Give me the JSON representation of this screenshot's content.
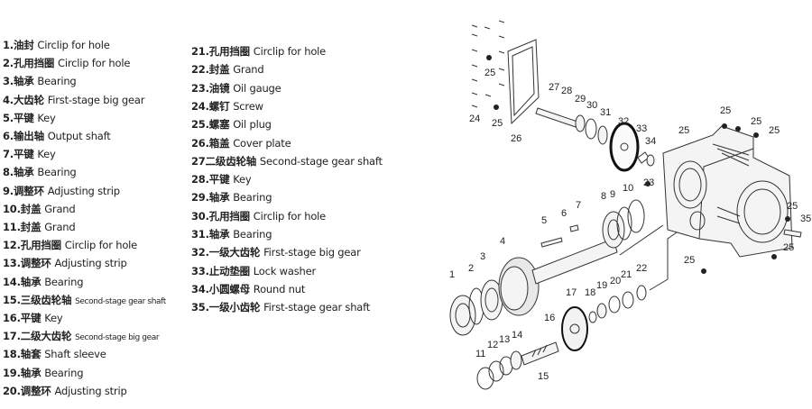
{
  "parts_left": [
    {
      "no": "1.",
      "cn": "油封",
      "en": "Circlip for hole"
    },
    {
      "no": "2.",
      "cn": "孔用挡圈",
      "en": "Circlip for hole"
    },
    {
      "no": "3.",
      "cn": "轴承",
      "en": "Bearing"
    },
    {
      "no": "4.",
      "cn": "大齿轮",
      "en": "First-stage big gear"
    },
    {
      "no": "5.",
      "cn": "平键",
      "en": "Key"
    },
    {
      "no": "6.",
      "cn": "输出轴",
      "en": "Output shaft"
    },
    {
      "no": "7.",
      "cn": "平键",
      "en": "Key"
    },
    {
      "no": "8.",
      "cn": "轴承",
      "en": "Bearing"
    },
    {
      "no": "9.",
      "cn": "调整环",
      "en": "Adjusting strip"
    },
    {
      "no": "10.",
      "cn": "封盖",
      "en": "Grand"
    },
    {
      "no": "11.",
      "cn": "封盖",
      "en": "Grand"
    },
    {
      "no": "12.",
      "cn": "孔用挡圈",
      "en": "Circlip for hole"
    },
    {
      "no": "13.",
      "cn": "调整环",
      "en": "Adjusting strip"
    },
    {
      "no": "14.",
      "cn": "轴承",
      "en": "Bearing"
    },
    {
      "no": "15.",
      "cn": "三级齿轮轴",
      "en": "Second-stage gear shaft"
    },
    {
      "no": "16.",
      "cn": "平键",
      "en": "Key"
    },
    {
      "no": "17.",
      "cn": "二级大齿轮",
      "en": "Second-stage big gear"
    },
    {
      "no": "18.",
      "cn": "轴套",
      "en": "Shaft sleeve"
    },
    {
      "no": "19.",
      "cn": "轴承",
      "en": "Bearing"
    },
    {
      "no": "20.",
      "cn": "调整环",
      "en": "Adjusting strip"
    }
  ],
  "parts_right": [
    {
      "no": "21.",
      "cn": "孔用挡圈",
      "en": "Circlip for hole"
    },
    {
      "no": "22.",
      "cn": "封盖",
      "en": "Grand"
    },
    {
      "no": "23.",
      "cn": "油镜",
      "en": "Oil gauge"
    },
    {
      "no": "24.",
      "cn": "螺钉",
      "en": "Screw"
    },
    {
      "no": "25.",
      "cn": "螺塞",
      "en": "Oil plug"
    },
    {
      "no": "26.",
      "cn": "箱盖",
      "en": "Cover plate"
    },
    {
      "no": "27",
      "cn": "二级齿轮轴",
      "en": "Second-stage gear shaft"
    },
    {
      "no": "28.",
      "cn": "平键",
      "en": "Key"
    },
    {
      "no": "29.",
      "cn": "轴承",
      "en": "Bearing"
    },
    {
      "no": "30.",
      "cn": "孔用挡圈",
      "en": "Circlip for hole"
    },
    {
      "no": "31.",
      "cn": "轴承",
      "en": "Bearing"
    },
    {
      "no": "32.",
      "cn": "一级大齿轮",
      "en": "First-stage big gear"
    },
    {
      "no": "33.",
      "cn": "止动垫圈",
      "en": "Lock washer"
    },
    {
      "no": "34.",
      "cn": "小圆螺母",
      "en": "Round nut"
    },
    {
      "no": "35.",
      "cn": "一级小齿轮",
      "en": "First-stage gear shaft"
    }
  ],
  "diagram": {
    "callouts": [
      "24",
      "25",
      "25",
      "26",
      "27",
      "28",
      "29",
      "30",
      "31",
      "32",
      "33",
      "34",
      "23",
      "25",
      "25",
      "25",
      "25",
      "25",
      "35",
      "25",
      "25",
      "10",
      "9",
      "8",
      "7",
      "6",
      "5",
      "4",
      "3",
      "2",
      "1",
      "22",
      "21",
      "20",
      "19",
      "18",
      "17",
      "16",
      "14",
      "13",
      "12",
      "11",
      "15"
    ]
  }
}
